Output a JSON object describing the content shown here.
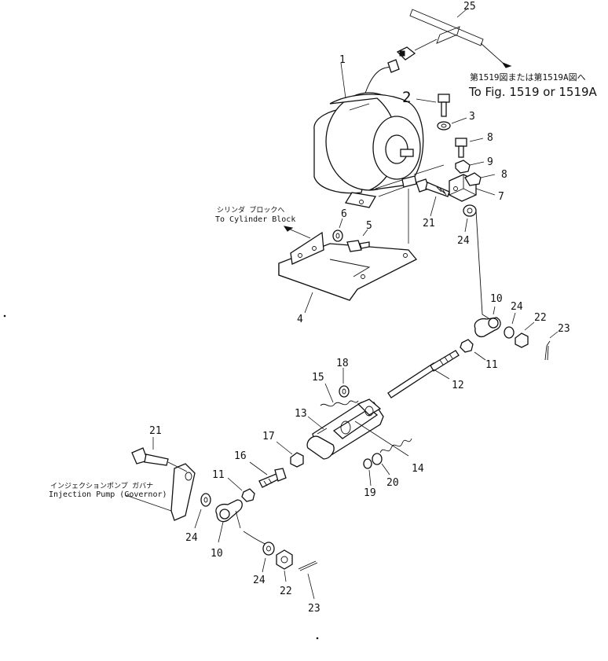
{
  "callouts": {
    "p1": "1",
    "p2": "2",
    "p3": "3",
    "p4": "4",
    "p5": "5",
    "p6": "6",
    "p7": "7",
    "p8a": "8",
    "p8b": "8",
    "p9": "9",
    "p10a": "10",
    "p10b": "10",
    "p11a": "11",
    "p11b": "11",
    "p12": "12",
    "p13": "13",
    "p14": "14",
    "p15": "15",
    "p16": "16",
    "p17": "17",
    "p18": "18",
    "p19": "19",
    "p20": "20",
    "p21a": "21",
    "p21b": "21",
    "p22a": "22",
    "p22b": "22",
    "p23a": "23",
    "p23b": "23",
    "p24a": "24",
    "p24b": "24",
    "p24c": "24",
    "p24d": "24",
    "p25": "25"
  },
  "notes": {
    "fig_ref_jp": "第1519図または第1519A図へ",
    "fig_ref_en": "To Fig. 1519 or 1519A",
    "cylinder_jp": "シリンダ ブロックへ",
    "cylinder_en": "To Cylinder Block",
    "pump_jp": "インジェクションポンプ ガバナ",
    "pump_en": "Injection Pump (Governor)"
  }
}
